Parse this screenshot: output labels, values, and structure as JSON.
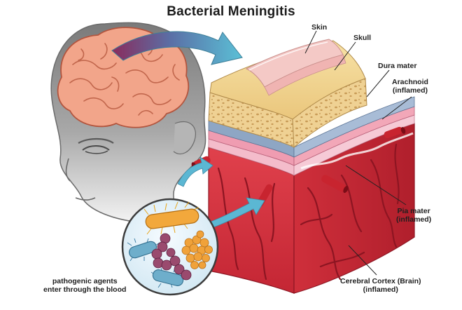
{
  "title": "Bacterial Meningitis",
  "labels": {
    "skin": "Skin",
    "skull": "Skull",
    "dura_mater": "Dura mater",
    "arachnoid": "Arachnoid\n(inflamed)",
    "pia_mater": "Pia mater\n(inflamed)",
    "cerebral_cortex": "Cerebral Cortex (Brain)\n(inflamed)",
    "pathogens": "pathogenic agents\nenter through the blood"
  },
  "colors": {
    "skin": "#f4c9c6",
    "skull": "#f3d58e",
    "bone_spongy": "#e9c98a",
    "dura": "#93a9c5",
    "arachnoid": "#f2a7b8",
    "pia": "#f6c7d3",
    "cortex": "#d8323f",
    "cortex_dark": "#a81e2c",
    "brain": "#f2a58a",
    "arrow": "#5bb7d3",
    "head": "#9c9c9c"
  }
}
